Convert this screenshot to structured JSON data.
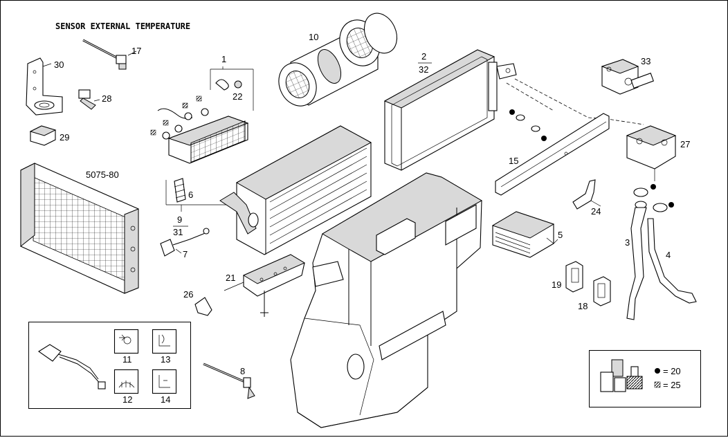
{
  "title": "SENSOR EXTERNAL TEMPERATURE",
  "callouts": {
    "c1": "1",
    "c2": "2",
    "c32": "32",
    "c3": "3",
    "c4": "4",
    "c5": "5",
    "c6": "6",
    "c7": "7",
    "c8": "8",
    "c9": "9",
    "c31": "31",
    "c10": "10",
    "c11": "11",
    "c12": "12",
    "c13": "13",
    "c14": "14",
    "c15": "15",
    "c17": "17",
    "c18": "18",
    "c19": "19",
    "c21": "21",
    "c22": "22",
    "c24": "24",
    "c26": "26",
    "c27": "27",
    "c28": "28",
    "c29": "29",
    "c30": "30",
    "c33": "33",
    "c5075": "5075-80"
  },
  "legend": {
    "dot_value": "= 20",
    "hatch_value": "= 25"
  },
  "icons": [
    "dot-marker-icon",
    "hatch-marker-icon"
  ]
}
